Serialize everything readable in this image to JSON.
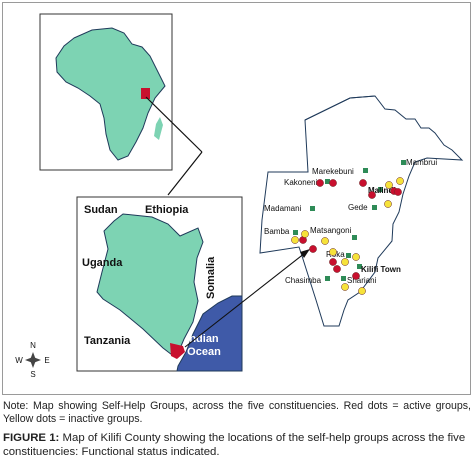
{
  "colors": {
    "land": "#7dd3b3",
    "ocean": "#3f5aa8",
    "active": "#c8102e",
    "inactive": "#f6e23a",
    "marker": "#2e8b57",
    "outline": "#1f3a5a"
  },
  "kenya_inset": {
    "labels": {
      "sudan": "Sudan",
      "ethiopia": "Ethiopia",
      "uganda": "Uganda",
      "somalia": "Somalia",
      "tanzania": "Tanzania",
      "ocean": "Indian Ocean"
    }
  },
  "compass": {
    "n": "N",
    "e": "E",
    "s": "S",
    "w": "W"
  },
  "kilifi": {
    "places": [
      "Mambrui",
      "Marekebuni",
      "Kakoneni",
      "Malindi",
      "Madamani",
      "Gede",
      "Bamba",
      "Matsangoni",
      "Roka",
      "Kilifi Town",
      "Chasimba",
      "Shariani"
    ],
    "active_groups": 11,
    "inactive_groups": 11
  },
  "note": "Note: Map showing Self-Help Groups, across the five constituencies. Red dots = active groups, Yellow dots = inactive groups.",
  "caption": {
    "label": "FIGURE 1:",
    "text": " Map of Kilifi County showing the locations of the self-help groups across the five constituencies: Functional status indicated."
  }
}
